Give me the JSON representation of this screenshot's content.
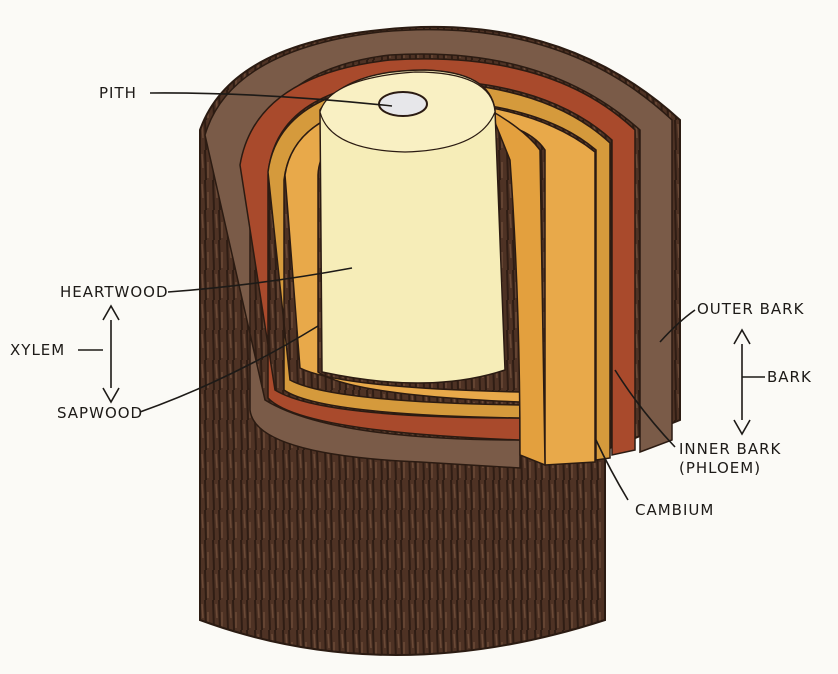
{
  "labels": {
    "pith": "PITH",
    "heartwood": "HEARTWOOD",
    "xylem": "XYLEM",
    "sapwood": "SAPWOOD",
    "outer_bark": "OUTER BARK",
    "bark": "BARK",
    "inner_bark_line1": "INNER BARK",
    "inner_bark_line2": "(PHLOEM)",
    "cambium": "CAMBIUM"
  },
  "colors": {
    "bark_outer": "#5a3a2a",
    "bark_top": "#7a5b48",
    "inner_bark": "#a94a2c",
    "cambium": "#d59a3c",
    "sapwood": "#e8a94a",
    "heartwood": "#f6edb8",
    "pith": "#e7e7ea",
    "ink": "#1d1a17"
  }
}
